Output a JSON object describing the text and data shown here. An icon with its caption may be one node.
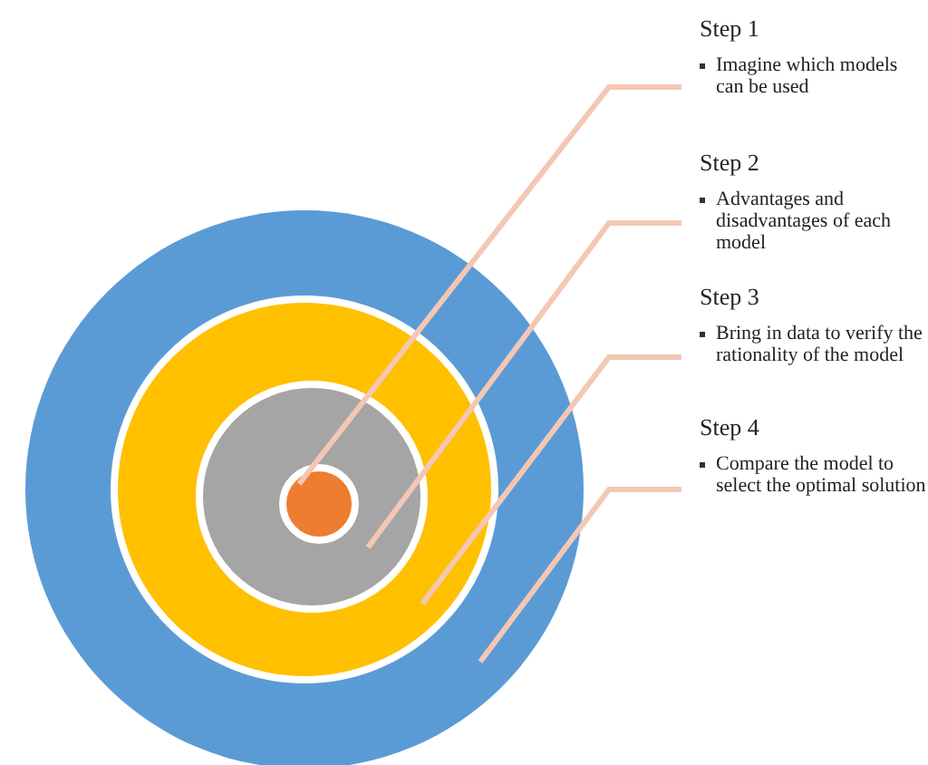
{
  "diagram": {
    "nodes": [
      {
        "text": [],
        "shape": "circle"
      },
      {
        "text": [],
        "shape": "circle",
        "in": 0
      },
      {
        "text": [],
        "shape": "circle",
        "in": 1
      },
      {
        "text": [],
        "shape": "circle",
        "in": 2
      },
      {
        "text": [
          "Step 1",
          "Imagine which models can be used"
        ]
      },
      {
        "text": [
          "Step 2",
          "Advantages and disadvantages of each model"
        ]
      },
      {
        "text": [
          "Step 3",
          "Bring in data to verify the rationality of the model"
        ]
      },
      {
        "text": [
          "Step 4",
          "Compare the model to select the optimal solution"
        ]
      }
    ],
    "edges": [
      {
        "from": 4,
        "to": 3,
        "arrow": "none"
      },
      {
        "from": 5,
        "to": 2,
        "arrow": "none"
      },
      {
        "from": 6,
        "to": 1,
        "arrow": "none"
      },
      {
        "from": 7,
        "to": 0,
        "arrow": "none"
      }
    ]
  }
}
